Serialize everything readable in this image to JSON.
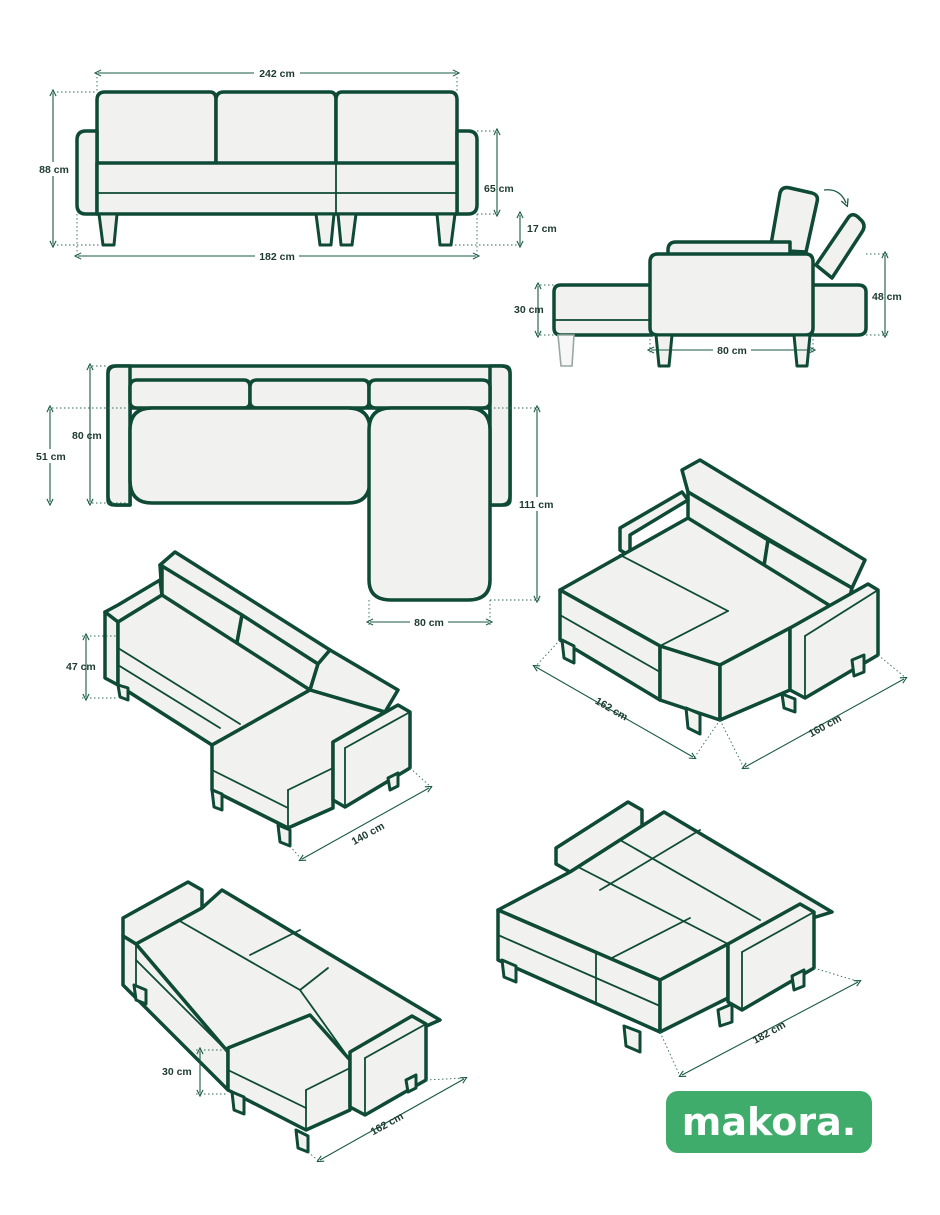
{
  "brand": {
    "logo_text": "makora.",
    "logo_color": "#3fac6b",
    "outline_color": "#0e4a35"
  },
  "views": {
    "front": {
      "width_total": "242 cm",
      "height_total": "88 cm",
      "arm_height": "65 cm",
      "leg_height": "17 cm",
      "seat_width": "182 cm"
    },
    "side": {
      "seat_height": "30 cm",
      "back_height": "48 cm",
      "depth": "80 cm"
    },
    "top": {
      "depth": "80 cm",
      "seat_depth": "51 cm",
      "chaise_length": "111 cm",
      "chaise_width": "80 cm"
    },
    "iso_chaise": {
      "seat_height": "47 cm",
      "chaise_length": "140 cm"
    },
    "iso_bed": {
      "width": "162 cm",
      "length": "160 cm"
    },
    "iso_flat": {
      "seat_height": "30 cm",
      "length": "162 cm"
    },
    "iso_bed_flat": {
      "length": "182 cm"
    }
  }
}
